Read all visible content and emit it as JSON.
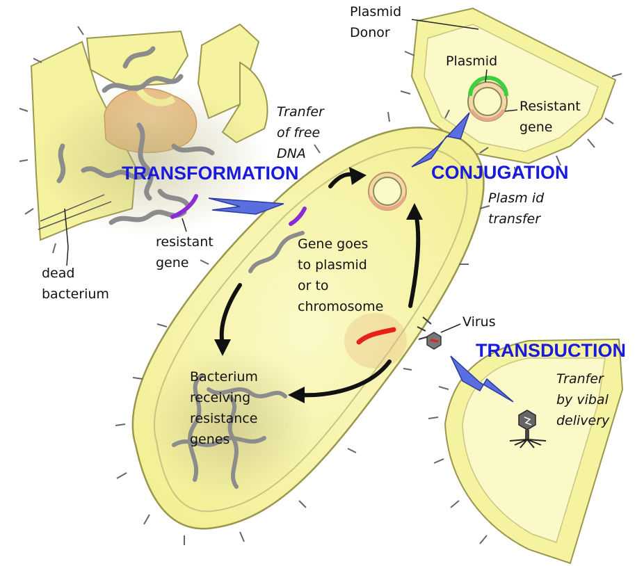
{
  "headings": {
    "transformation": "TRANSFORMATION",
    "conjugation": "CONJUGATION",
    "transduction": "TRANSDUCTION"
  },
  "labels": {
    "plasmid_donor": [
      "Plasmid",
      "Donor"
    ],
    "plasmid": "Plasmid",
    "resistant_gene_right": [
      "Resistant",
      "gene"
    ],
    "plasmid_transfer": [
      "Plasm id",
      "transfer"
    ],
    "transfer_free_dna": [
      "Tranfer",
      "of free",
      "DNA"
    ],
    "resistant_gene_left": [
      "resistant",
      "gene"
    ],
    "dead_bacterium": [
      "dead",
      "bacterium"
    ],
    "gene_goes": [
      "Gene goes",
      "to plasmid",
      "or to",
      "chromosome"
    ],
    "virus": "Virus",
    "transfer_viral": [
      "Tranfer",
      "by vibal",
      "delivery"
    ],
    "bacterium_receiving": [
      "Bacterium",
      "receiving",
      "resistance",
      "genes"
    ]
  },
  "colors": {
    "heading": "#1a1adb",
    "cell_fill": "#f7f5a6",
    "cell_inner": "#fbf9c8",
    "arrow_blue": "#5a6ee0",
    "resistant_gene_purple": "#8a2bd8",
    "resistant_gene_red": "#e8201a",
    "plasmid_green": "#3fcf3f",
    "dna_gray": "#8a8a8a"
  },
  "icons": [
    "blue-transfer-arrow-icon",
    "black-cycle-arrow-icon",
    "virus-icon",
    "plasmid-icon"
  ]
}
